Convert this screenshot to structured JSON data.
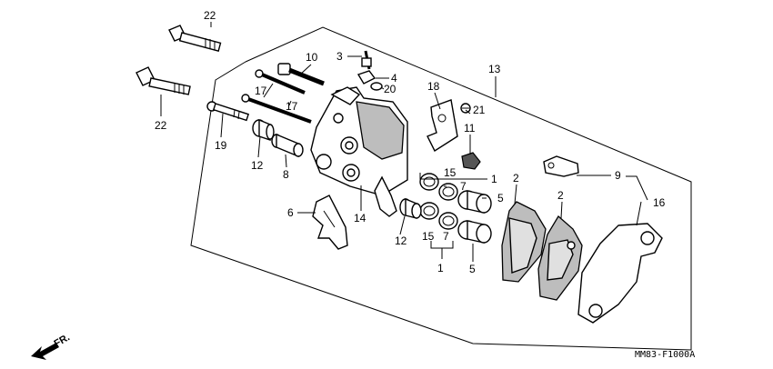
{
  "labels": {
    "p1a": "1",
    "p1b": "1",
    "p2a": "2",
    "p2b": "2",
    "p3": "3",
    "p4": "4",
    "p5a": "5",
    "p5b": "5",
    "p6": "6",
    "p7a": "7",
    "p7b": "7",
    "p8": "8",
    "p9": "9",
    "p10": "10",
    "p11": "11",
    "p12a": "12",
    "p12b": "12",
    "p13": "13",
    "p14": "14",
    "p15a": "15",
    "p15b": "15",
    "p16": "16",
    "p17a": "17",
    "p17b": "17",
    "p18": "18",
    "p19": "19",
    "p20": "20",
    "p21": "21",
    "p22a": "22",
    "p22b": "22"
  },
  "direction": "FR.",
  "diagram_code": "MM83-F1000A"
}
